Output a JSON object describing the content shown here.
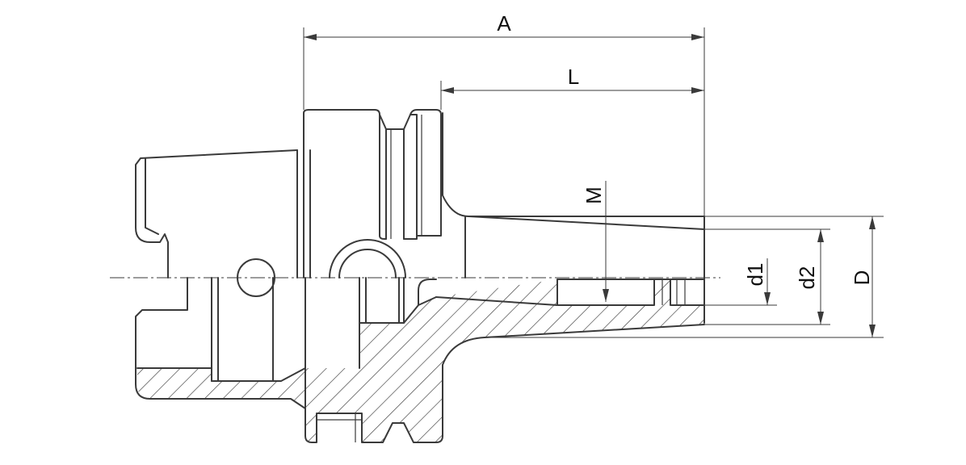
{
  "labels": {
    "A": "A",
    "L": "L",
    "M": "M",
    "d1": "d1",
    "d2": "d2",
    "D": "D"
  },
  "colors": {
    "line": "#3a3a3a",
    "text": "#111111",
    "background": "#ffffff"
  }
}
